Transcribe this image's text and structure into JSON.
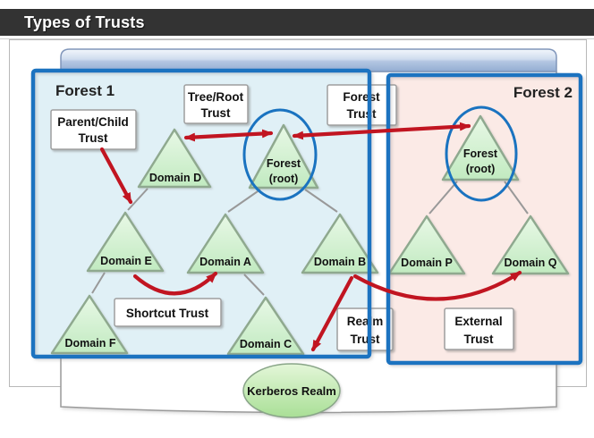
{
  "title_bar": {
    "title": "Types of Trusts"
  },
  "forests": {
    "forest1_title": "Forest 1",
    "forest2_title": "Forest 2"
  },
  "nodes": {
    "domain_d": "Domain D",
    "domain_e": "Domain E",
    "domain_f": "Domain F",
    "domain_a": "Domain A",
    "domain_b": "Domain B",
    "domain_c": "Domain C",
    "domain_p": "Domain P",
    "domain_q": "Domain Q",
    "root1_line1": "Forest",
    "root1_line2": "(root)",
    "root2_line1": "Forest",
    "root2_line2": "(root)"
  },
  "trust_labels": {
    "parent_child_line1": "Parent/Child",
    "parent_child_line2": "Trust",
    "tree_root_line1": "Tree/Root",
    "tree_root_line2": "Trust",
    "forest_line1": "Forest",
    "forest_line2": "Trust",
    "shortcut": "Shortcut Trust",
    "realm_line1": "Realm",
    "realm_line2": "Trust",
    "external_line1": "External",
    "external_line2": "Trust"
  },
  "kerberos": {
    "label": "Kerberos Realm"
  },
  "colors": {
    "titlebar_bg": "#333333",
    "accent_blue": "#1a73c0",
    "arrow_red": "#c11521",
    "forest1_bg": "#e0f0f6",
    "forest2_bg": "#fbeae6",
    "triangle_green": "#cdeccb",
    "kerberos_green": "#b9e5a6"
  }
}
